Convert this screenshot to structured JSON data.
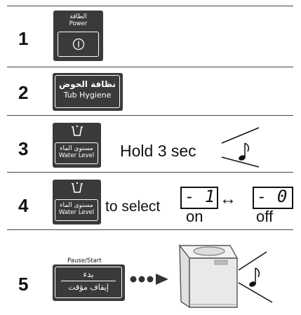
{
  "steps": [
    {
      "number": "1",
      "key_arabic": "الطاقة",
      "key_english": "Power",
      "icon": "power-icon"
    },
    {
      "number": "2",
      "key_arabic": "نظافة الحوض",
      "key_english": "Tub Hygiene"
    },
    {
      "number": "3",
      "key_arabic": "مستوى الماء",
      "key_english": "Water Level",
      "icon": "tub-icon",
      "instruction": "Hold 3 sec",
      "sound": "music-note-icon"
    },
    {
      "number": "4",
      "key_arabic": "مستوى الماء",
      "key_english": "Water Level",
      "icon": "tub-icon",
      "instruction": "to select",
      "on_display": "- 1",
      "off_display": "- 0",
      "on_label": "on",
      "off_label": "off",
      "arrow": "↔"
    },
    {
      "number": "5",
      "key_top": "Pause/Start",
      "key_arabic_top": "بدء",
      "key_arabic_bottom": "إيقاف مؤقت",
      "sound": "music-note-icon"
    }
  ]
}
